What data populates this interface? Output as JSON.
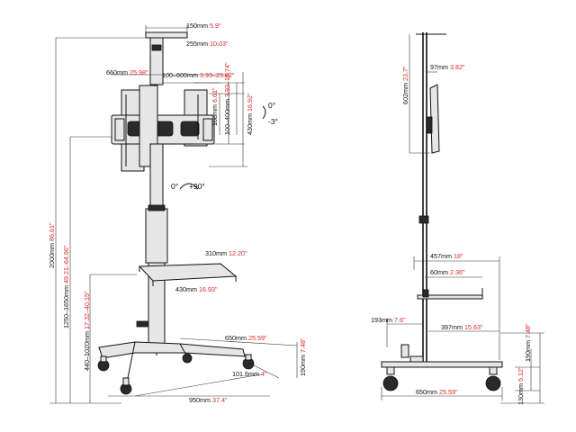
{
  "colors": {
    "inch_text": "#e0262b",
    "mm_text": "#111111",
    "lines": "#111111"
  },
  "left_view": {
    "dims": {
      "ceiling_plate": {
        "mm": "150mm",
        "inch": "5.9\""
      },
      "top_extension": {
        "mm": "255mm",
        "inch": "10.03\""
      },
      "bracket_width": {
        "mm": "660mm",
        "inch": "25.98\""
      },
      "vesa_horizontal": {
        "mm": "100–600mm",
        "inch": "3.93–23.62\""
      },
      "arm_height": {
        "mm": "168mm",
        "inch": "6.61\""
      },
      "vesa_vertical": {
        "mm": "100–400mm",
        "inch": "3.93–15.74\""
      },
      "bracket_height": {
        "mm": "430mm",
        "inch": "16.92\""
      },
      "total_height": {
        "mm": "2000mm",
        "inch": "86.61\""
      },
      "tv_height_range": {
        "mm": "1250–1650mm",
        "inch": "49.21–64.96\""
      },
      "shelf_depth": {
        "mm": "310mm",
        "inch": "12.20\""
      },
      "shelf_width": {
        "mm": "430mm",
        "inch": "16.93\""
      },
      "shelf_height_range": {
        "mm": "440–1020mm",
        "inch": "17.32–40.15\""
      },
      "base_depth": {
        "mm": "650mm",
        "inch": "25.59\""
      },
      "base_height": {
        "mm": "190mm",
        "inch": "7.48\""
      },
      "wheel_size": {
        "mm": "101.6mm",
        "inch": "4\""
      },
      "base_width": {
        "mm": "950mm",
        "inch": "37.4\""
      }
    },
    "angles": {
      "tilt_top": "0°",
      "tilt_bottom": "-3°",
      "rot_start": "0°",
      "rot_end": "+90°"
    }
  },
  "right_view": {
    "dims": {
      "plate_height": {
        "mm": "602mm",
        "inch": "23.7\""
      },
      "plate_offset": {
        "mm": "97mm",
        "inch": "3.82\""
      },
      "arm_reach": {
        "mm": "457mm",
        "inch": "18\""
      },
      "shelf_offset": {
        "mm": "60mm",
        "inch": "2.36\""
      },
      "shelf_reach": {
        "mm": "397mm",
        "inch": "15.63\""
      },
      "handle_offset": {
        "mm": "193mm",
        "inch": "7.6\""
      },
      "base_height": {
        "mm": "190mm",
        "inch": "7.48\""
      },
      "wheel_height": {
        "mm": "130mm",
        "inch": "5.12\""
      },
      "base_depth": {
        "mm": "650mm",
        "inch": "25.59\""
      }
    }
  }
}
